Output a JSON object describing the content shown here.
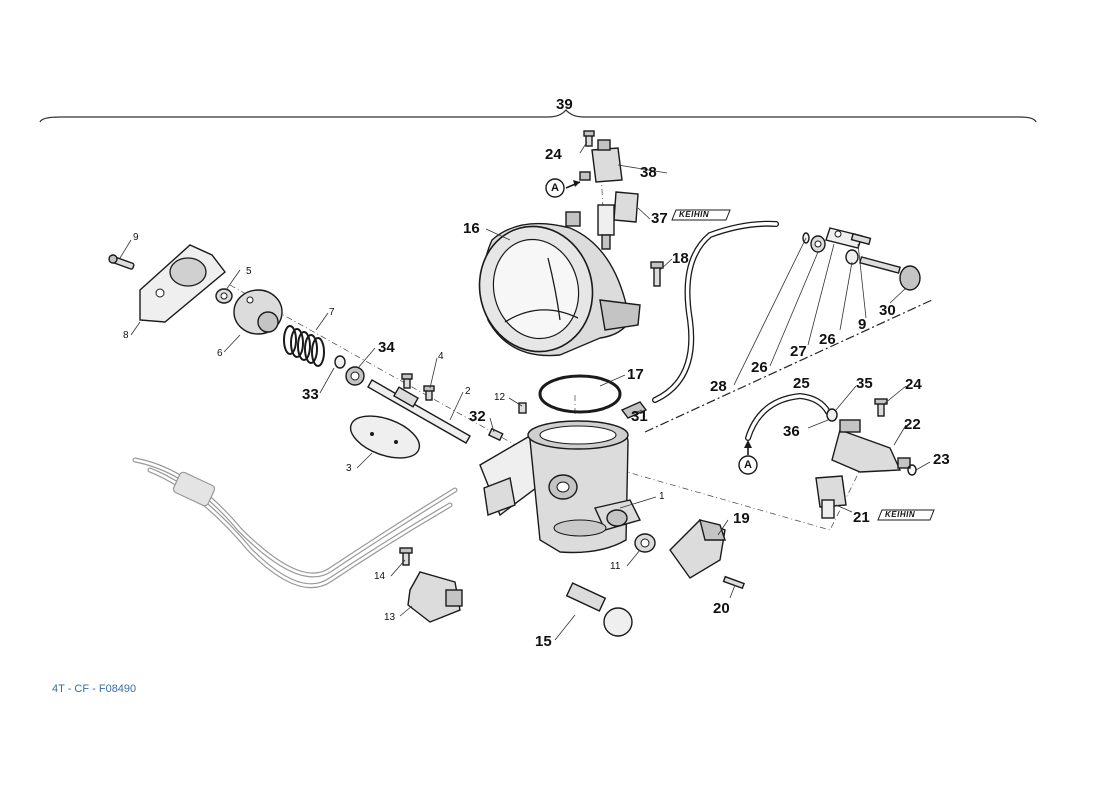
{
  "diagram": {
    "group_label": "39",
    "callouts": {
      "p1": "1",
      "p2": "2",
      "p3": "3",
      "p4": "4",
      "p5": "5",
      "p6": "6",
      "p7": "7",
      "p8": "8",
      "p9a": "9",
      "p9b": "9",
      "p11": "11",
      "p12": "12",
      "p13": "13",
      "p14": "14",
      "p15": "15",
      "p16": "16",
      "p17": "17",
      "p18": "18",
      "p19": "19",
      "p20": "20",
      "p21": "21",
      "p22": "22",
      "p23": "23",
      "p24a": "24",
      "p24b": "24",
      "p25": "25",
      "p26a": "26",
      "p26b": "26",
      "p27": "27",
      "p28": "28",
      "p30": "30",
      "p31": "31",
      "p32": "32",
      "p33": "33",
      "p34": "34",
      "p35": "35",
      "p36": "36",
      "p37": "37",
      "p38": "38"
    },
    "reference_marks": {
      "top": "A",
      "right": "A"
    },
    "brand_marks": {
      "top": "KEIHIN",
      "right": "KEIHIN"
    },
    "drawing_code": "4T - CF - F08490"
  }
}
